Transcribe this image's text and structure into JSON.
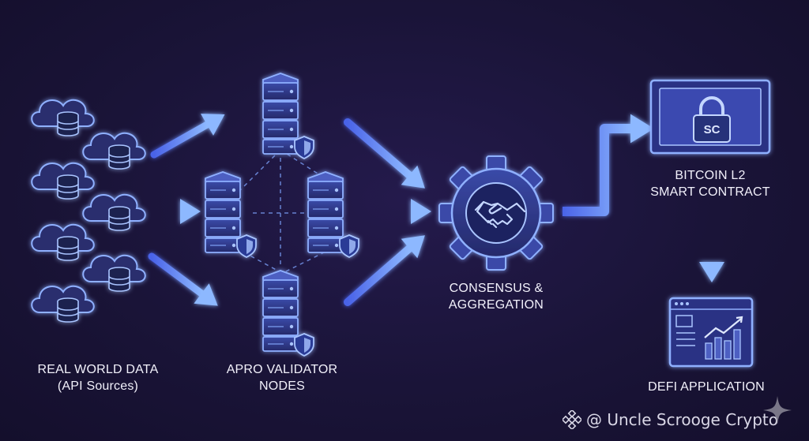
{
  "labels": {
    "sources": [
      "REAL WORLD DATA",
      "(API Sources)"
    ],
    "validators": [
      "APRO VALIDATOR",
      "NODES"
    ],
    "consensus": [
      "CONSENSUS &",
      "AGGREGATION"
    ],
    "contract": [
      "BITCOIN L2",
      "SMART CONTRACT"
    ],
    "defi": [
      "DEFI APPLICATION"
    ]
  },
  "contract_lock_text": "SC",
  "watermark": "@ Uncle Scrooge Crypto",
  "colors": {
    "background": "#1a1438",
    "accent": "#5b8cff",
    "glow": "#7aa6ff",
    "icon_fill": "#2a2f6e",
    "icon_line": "#8fb0ff"
  },
  "icons": {
    "source": "cloud-database-icon",
    "validator": "server-rack-shield-icon",
    "consensus": "gear-handshake-icon",
    "contract": "padlock-screen-icon",
    "defi": "dashboard-chart-icon"
  }
}
